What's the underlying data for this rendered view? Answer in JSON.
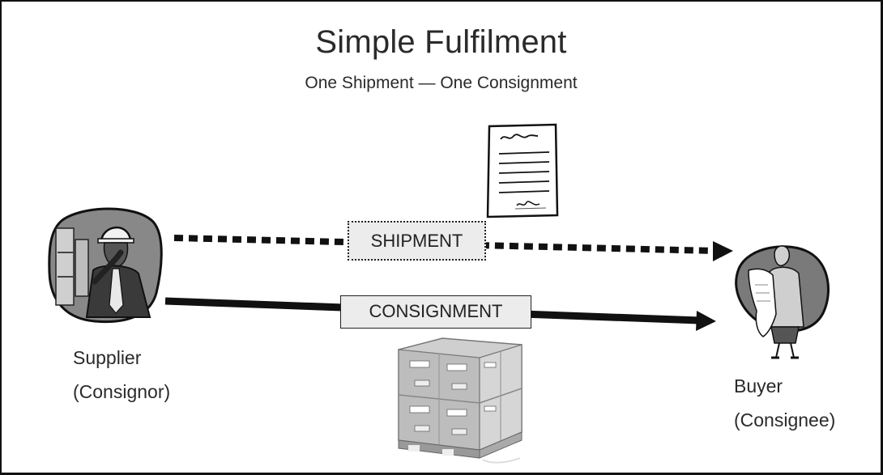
{
  "title": "Simple Fulfilment",
  "subtitle": "One Shipment — One Consignment",
  "shipment": {
    "label": "SHIPMENT"
  },
  "consignment": {
    "label": "CONSIGNMENT"
  },
  "supplier": {
    "line1": "Supplier",
    "line2": "(Consignor)"
  },
  "buyer": {
    "line1": "Buyer",
    "line2": "(Consignee)"
  },
  "icons": {
    "supplier": "supplier-worker-icon",
    "buyer": "buyer-reading-invoice-icon",
    "document": "shipping-document-icon",
    "goods": "pallet-of-boxes-icon"
  },
  "colors": {
    "line": "#111111",
    "label_fill": "#ececec",
    "text": "#2a2a2a"
  }
}
